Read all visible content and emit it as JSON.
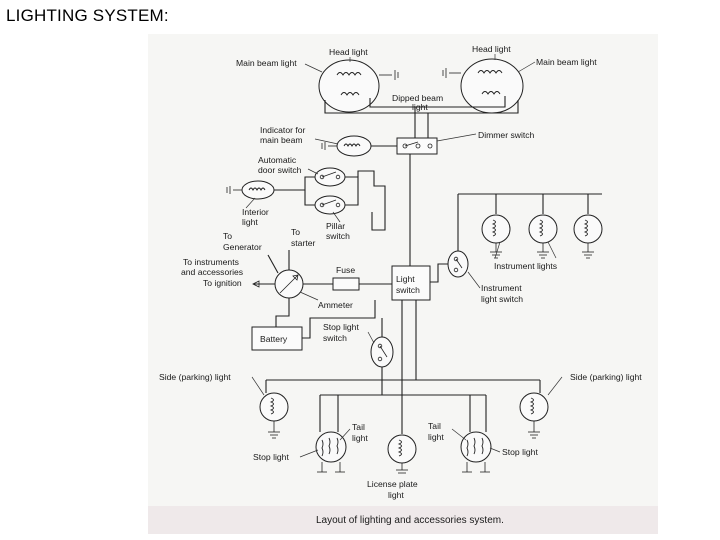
{
  "slide_title": "LIGHTING SYSTEM:",
  "diagram": {
    "caption": "Layout of lighting and accessories system.",
    "labels": {
      "head_light_left": "Head light",
      "head_light_right": "Head light",
      "main_beam_left": "Main beam light",
      "main_beam_right": "Main beam light",
      "dipped_beam_1": "Dipped beam",
      "dipped_beam_2": "light",
      "indicator_1": "Indicator for",
      "indicator_2": "main beam",
      "dimmer_switch": "Dimmer switch",
      "auto_door_1": "Automatic",
      "auto_door_2": "door switch",
      "interior_1": "Interior",
      "interior_2": "light",
      "pillar_1": "Pillar",
      "pillar_2": "switch",
      "to_generator_1": "To",
      "to_generator_2": "Generator",
      "to_starter_1": "To",
      "to_starter_2": "starter",
      "to_instruments_1": "To instruments",
      "to_instruments_2": "and accessories",
      "to_ignition": "To ignition",
      "fuse": "Fuse",
      "ammeter": "Ammeter",
      "light_switch_1": "Light",
      "light_switch_2": "switch",
      "instrument_lights": "Instrument lights",
      "instrument_switch_1": "Instrument",
      "instrument_switch_2": "light switch",
      "battery": "Battery",
      "stop_switch_1": "Stop light",
      "stop_switch_2": "switch",
      "side_left": "Side (parking) light",
      "side_right": "Side (parking) light",
      "tail_left_1": "Tail",
      "tail_left_2": "light",
      "tail_right_1": "Tail",
      "tail_right_2": "light",
      "stop_left": "Stop light",
      "stop_right": "Stop light",
      "license_1": "License plate",
      "license_2": "light"
    }
  },
  "colors": {
    "background": "#ffffff",
    "scan_paper": "#f6f6f4",
    "scan_strip": "#efe9ea",
    "ink": "#1a1a1a"
  }
}
